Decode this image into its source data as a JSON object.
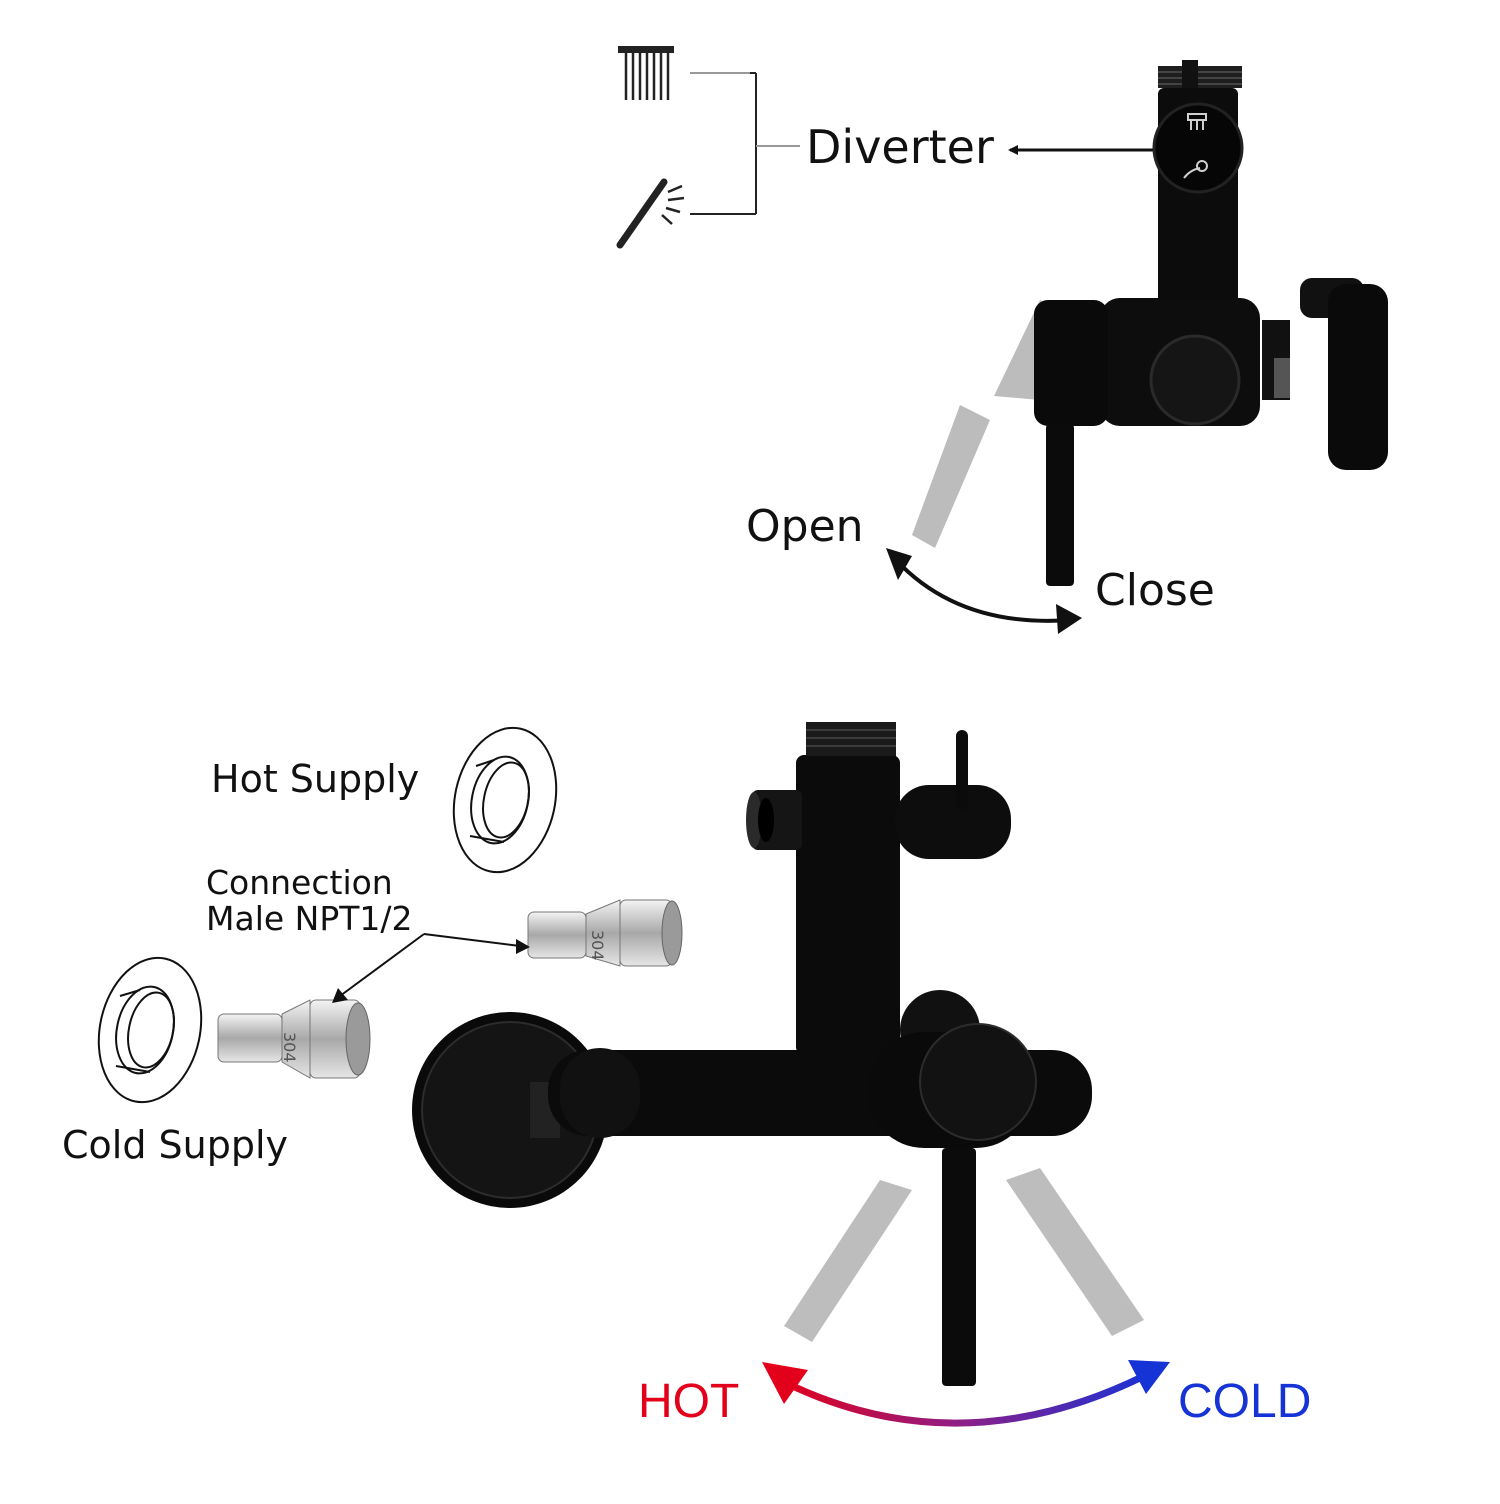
{
  "labels": {
    "diverter": "Diverter",
    "open": "Open",
    "close": "Close",
    "hot_supply": "Hot Supply",
    "connection_line1": "Connection",
    "connection_line2": "Male NPT1/2",
    "cold_supply": "Cold Supply",
    "hot": "HOT",
    "cold": "COLD",
    "fitting_stamp": "304"
  },
  "colors": {
    "fixture": "#0b0b0b",
    "ghost_handle": "#b9b9b9",
    "hot": "#e3001b",
    "cold": "#1633d6",
    "chrome": "#c4c4c4"
  },
  "icons": [
    "rain-shower-icon",
    "hand-shower-icon"
  ]
}
